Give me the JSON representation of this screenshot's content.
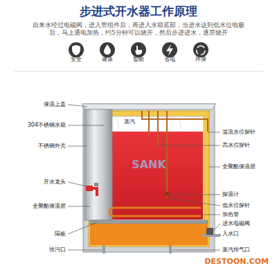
{
  "diagram": {
    "title": "步进式开水器工作原理",
    "labels": [
      "自来水经过电磁阀，进入管组件后，再进入水箱底部，当进水达到低水位电极后，马上通电加热，约5分钟可以烧开，然后步进进水，逐层烧开",
      "安全",
      "健康",
      "智能",
      "省电",
      "环保",
      "保温上盖",
      "304不锈钢水箱",
      "不锈钢外壳",
      "开水龙头",
      "全聚酯保温层",
      "隔板",
      "排污口",
      "溢流水位探针",
      "高水位探针",
      "全聚酯保温层",
      "探温计",
      "低水位探针",
      "加热管",
      "进水电磁阀",
      "入水口",
      "蒸汽排气口",
      "蒸汽",
      "SANK",
      "DESTOON.COM"
    ]
  }
}
